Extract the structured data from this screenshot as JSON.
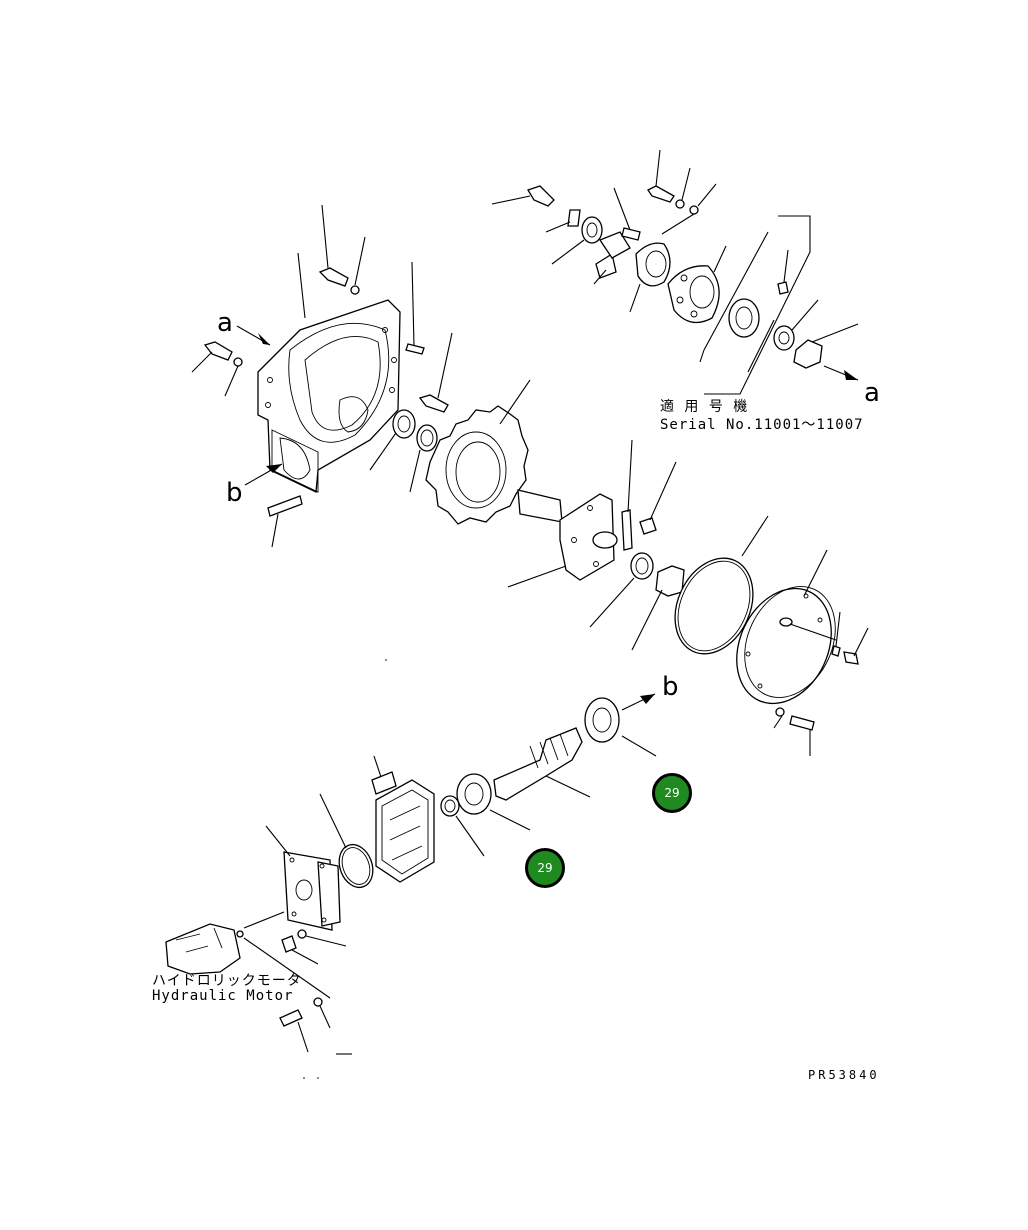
{
  "labels": {
    "arrow_a_left": "a",
    "arrow_a_right": "a",
    "arrow_b_left": "b",
    "arrow_b_right": "b",
    "serial_jp": "適 用 号 機",
    "serial_en": "Serial No.11001～11007",
    "motor_jp": "ハイドロリックモータ",
    "motor_en": "Hydraulic Motor",
    "drawing_no": "PR53840"
  },
  "callouts": [
    {
      "number": "29",
      "color": "#1f8a1f"
    },
    {
      "number": "29",
      "color": "#1f8a1f"
    }
  ]
}
